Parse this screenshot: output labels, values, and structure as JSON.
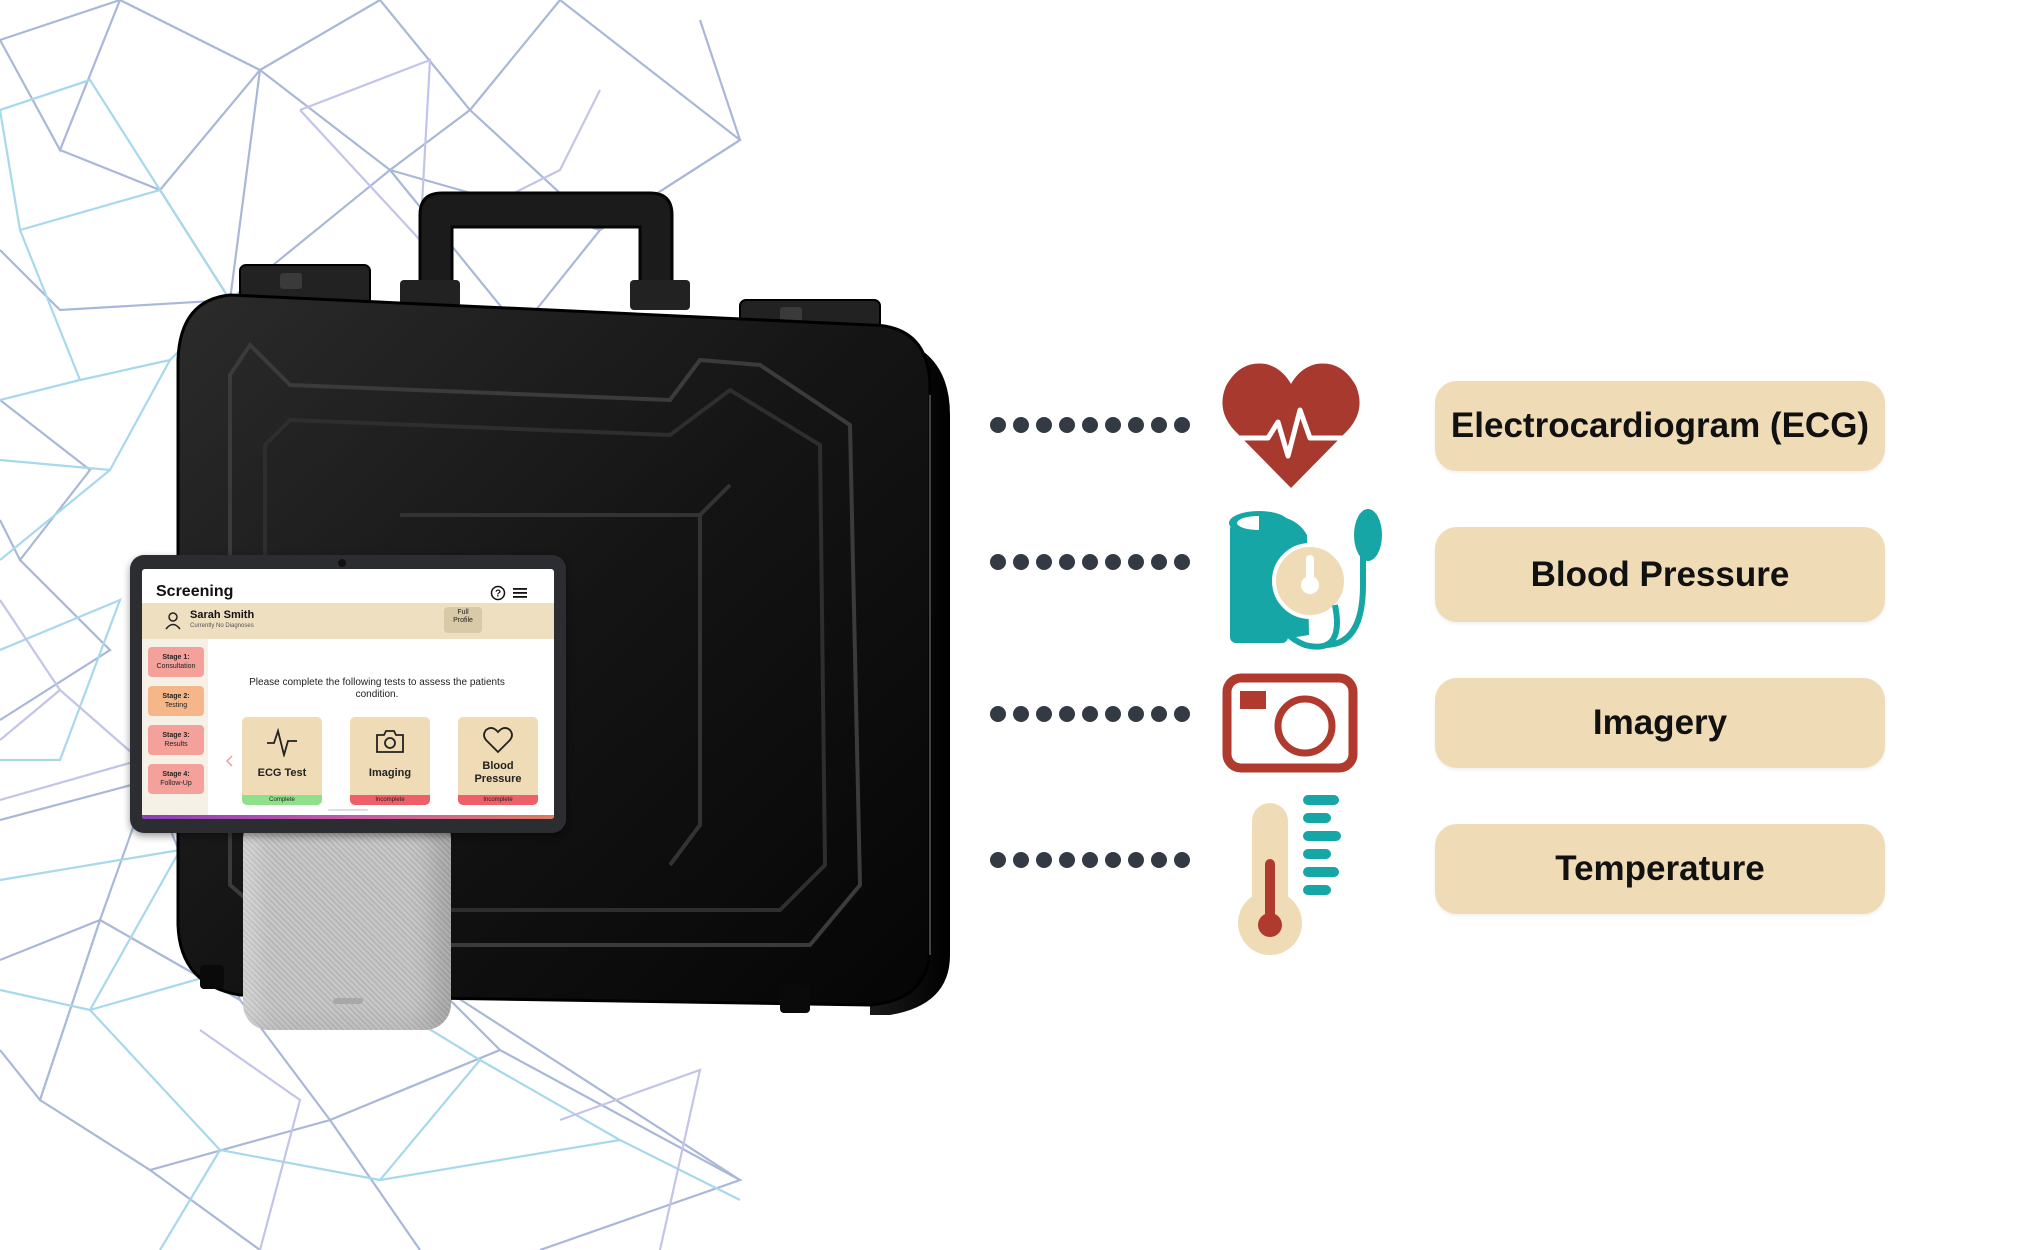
{
  "measurements": [
    {
      "label": "Electrocardiogram (ECG)",
      "icon": "heart-ecg-icon"
    },
    {
      "label": "Blood Pressure",
      "icon": "blood-pressure-cuff-icon"
    },
    {
      "label": "Imagery",
      "icon": "camera-icon"
    },
    {
      "label": "Temperature",
      "icon": "thermometer-icon"
    }
  ],
  "tablet": {
    "title": "Screening",
    "patient_name": "Sarah Smith",
    "patient_status": "Currently No Diagnoses",
    "full_profile": "Full Profile",
    "stages": [
      {
        "line1": "Stage 1:",
        "line2": "Consultation"
      },
      {
        "line1": "Stage 2:",
        "line2": "Testing"
      },
      {
        "line1": "Stage 3:",
        "line2": "Results"
      },
      {
        "line1": "Stage 4:",
        "line2": "Follow-Up"
      }
    ],
    "instruction": "Please complete the following tests to assess the patients condition.",
    "tests": [
      {
        "label": "ECG Test",
        "status": "Complete"
      },
      {
        "label": "Imaging",
        "status": "Incomplete"
      },
      {
        "label_line1": "Blood",
        "label_line2": "Pressure",
        "status": "Incomplete"
      }
    ]
  },
  "colors": {
    "pill": "#efdcb6",
    "heart": "#a8392e",
    "teal": "#17a6a6",
    "camera": "#b03a2e",
    "complete": "#8ee08a",
    "incomplete": "#ef5f6a"
  }
}
